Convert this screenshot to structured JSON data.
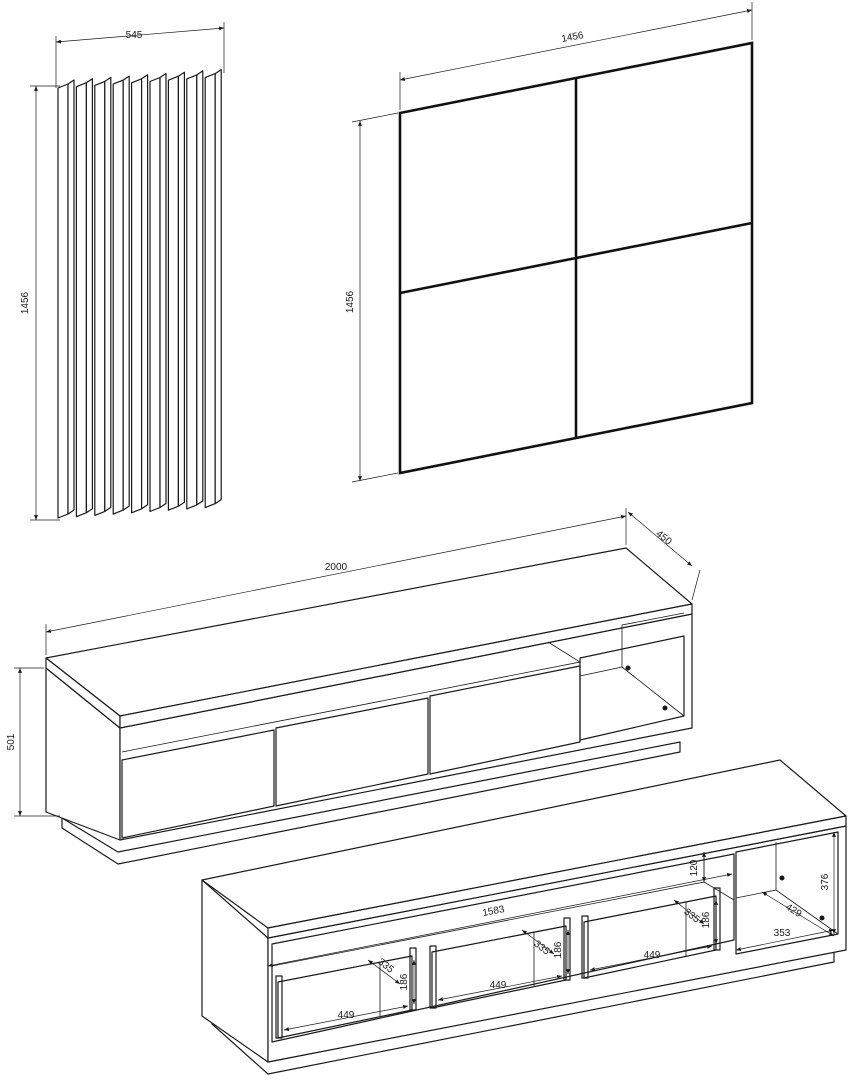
{
  "slat_panel": {
    "width_label": "545",
    "height_label": "1456"
  },
  "square_panel": {
    "width_label": "1456",
    "height_label": "1456"
  },
  "tv_unit_closed": {
    "length_label": "2000",
    "depth_label": "450",
    "height_label": "501"
  },
  "tv_unit_open": {
    "inner_length_label": "1583",
    "shelf_height_label": "120",
    "side_height_label": "376",
    "side_depth_label": "429",
    "side_width_label": "353",
    "drawer_width_labels": [
      "449",
      "449",
      "449"
    ],
    "drawer_depth_labels": [
      "335",
      "335",
      "335"
    ],
    "drawer_height_labels": [
      "186",
      "186",
      "186"
    ]
  }
}
